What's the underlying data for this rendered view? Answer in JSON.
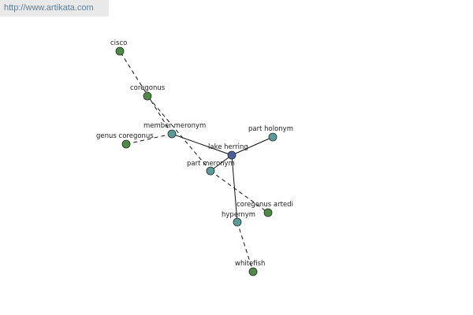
{
  "watermark": {
    "url": "http://www.artikata.com"
  },
  "graph": {
    "colors": {
      "center": "#4a5f9c",
      "relation": "#5a9a98",
      "leaf": "#4f8a45",
      "node_stroke": "#2b2b2b",
      "edge": "#111111"
    },
    "nodes": [
      {
        "id": "lake-herring",
        "label": "lake herring",
        "kind": "center"
      },
      {
        "id": "part-holonym",
        "label": "part holonym",
        "kind": "relation"
      },
      {
        "id": "member-meronym",
        "label": "member meronym",
        "kind": "relation"
      },
      {
        "id": "part-meronym",
        "label": "part meronym",
        "kind": "relation"
      },
      {
        "id": "hypernym",
        "label": "hypernym",
        "kind": "relation"
      },
      {
        "id": "cisco",
        "label": "cisco",
        "kind": "leaf"
      },
      {
        "id": "coregonus",
        "label": "coregonus",
        "kind": "leaf"
      },
      {
        "id": "genus-coregonus",
        "label": "genus coregonus",
        "kind": "leaf"
      },
      {
        "id": "coregonus-artedi",
        "label": "coregonus artedi",
        "kind": "leaf"
      },
      {
        "id": "whitefish",
        "label": "whitefish",
        "kind": "leaf"
      }
    ],
    "edges": [
      {
        "from": "lake-herring",
        "to": "part-holonym",
        "style": "solid"
      },
      {
        "from": "lake-herring",
        "to": "member-meronym",
        "style": "solid"
      },
      {
        "from": "lake-herring",
        "to": "part-meronym",
        "style": "solid"
      },
      {
        "from": "lake-herring",
        "to": "hypernym",
        "style": "solid"
      },
      {
        "from": "member-meronym",
        "to": "genus-coregonus",
        "style": "dashed"
      },
      {
        "from": "member-meronym",
        "to": "cisco",
        "style": "dashed"
      },
      {
        "from": "part-meronym",
        "to": "coregonus",
        "style": "dashed"
      },
      {
        "from": "part-meronym",
        "to": "coregonus-artedi",
        "style": "dashed"
      },
      {
        "from": "hypernym",
        "to": "whitefish",
        "style": "dashed"
      }
    ]
  }
}
